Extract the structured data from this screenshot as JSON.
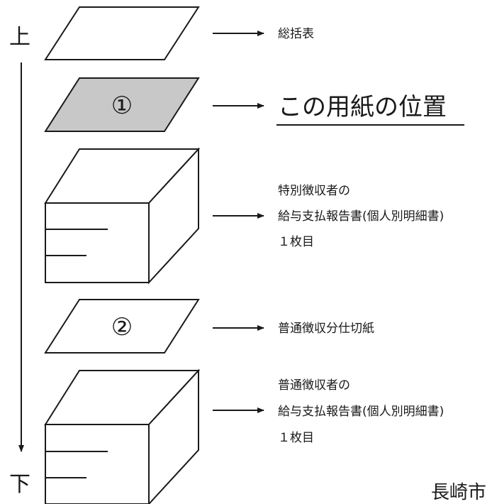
{
  "direction": {
    "top_label": "上",
    "bottom_label": "下"
  },
  "layers": [
    {
      "id": "summary",
      "marker": "",
      "label_lines": [
        "総括表"
      ],
      "highlighted": false
    },
    {
      "id": "this-sheet",
      "marker": "①",
      "label_lines": [
        "この用紙の位置"
      ],
      "highlighted": true
    },
    {
      "id": "special-collection",
      "marker": "",
      "label_lines": [
        "特別徴収者の",
        "給与支払報告書(個人別明細書)",
        "１枚目"
      ],
      "highlighted": false
    },
    {
      "id": "normal-divider",
      "marker": "②",
      "label_lines": [
        "普通徴収分仕切紙"
      ],
      "highlighted": false
    },
    {
      "id": "normal-collection",
      "marker": "",
      "label_lines": [
        "普通徴収者の",
        "給与支払報告書(個人別明細書)",
        "１枚目"
      ],
      "highlighted": false
    }
  ],
  "city_name": "長崎市",
  "colors": {
    "highlight_fill": "#c8c8c8",
    "stroke": "#1a1a1a",
    "background": "#ffffff"
  }
}
